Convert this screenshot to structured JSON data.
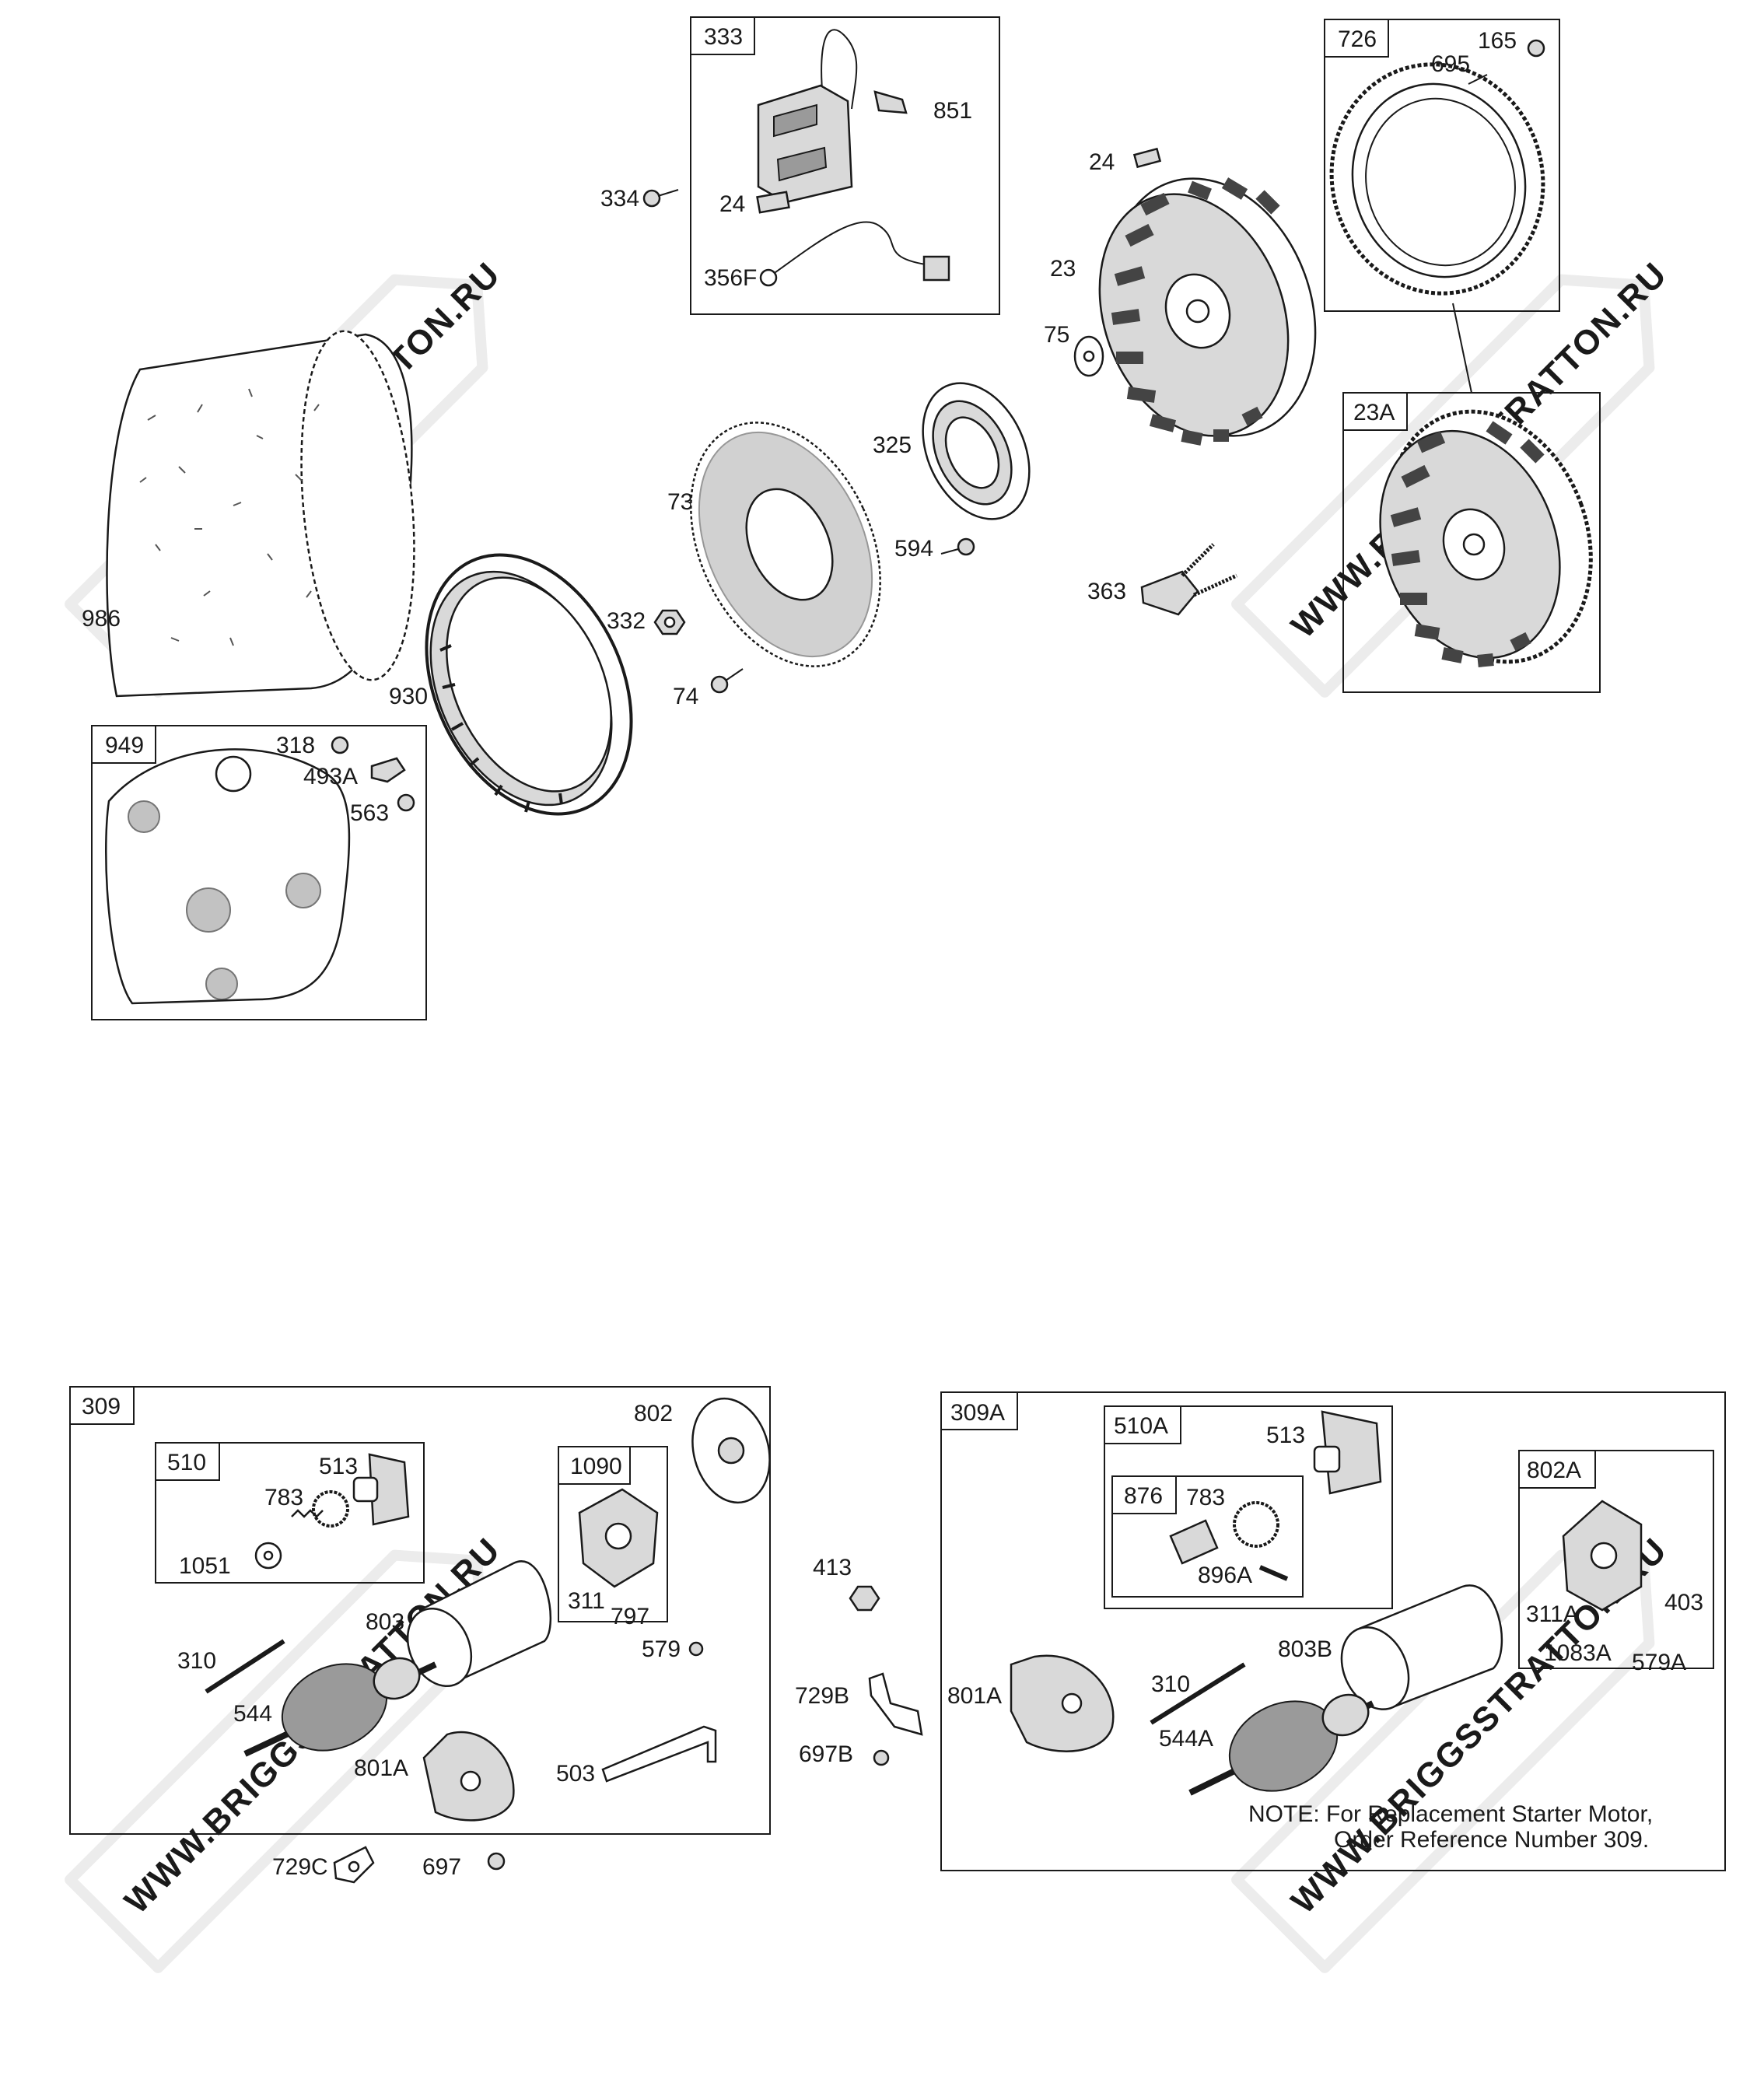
{
  "callouts": {
    "c333": "333",
    "c851": "851",
    "c334": "334",
    "c24a": "24",
    "c356F": "356F",
    "c726": "726",
    "c165": "165",
    "c695": "695",
    "c24b": "24",
    "c23": "23",
    "c75": "75",
    "c23A": "23A",
    "c325": "325",
    "c73": "73",
    "c594": "594",
    "c363": "363",
    "c986": "986",
    "c332": "332",
    "c930": "930",
    "c74": "74",
    "c949": "949",
    "c318": "318",
    "c493A": "493A",
    "c563": "563",
    "c309": "309",
    "c802": "802",
    "c510": "510",
    "c513": "513",
    "c783": "783",
    "c1051": "1051",
    "c1090": "1090",
    "c311": "311",
    "c797": "797",
    "c803": "803",
    "c310": "310",
    "c579": "579",
    "c544": "544",
    "c801A": "801A",
    "c503": "503",
    "c729C": "729C",
    "c697": "697",
    "c413": "413",
    "c729B": "729B",
    "c697B": "697B",
    "c309A": "309A",
    "c510A": "510A",
    "c513b": "513",
    "c876": "876",
    "c783b": "783",
    "c896A": "896A",
    "c802A": "802A",
    "c311A": "311A",
    "c403": "403",
    "c1083A": "1083A",
    "c579A": "579A",
    "c801Ab": "801A",
    "c803B": "803B",
    "c310b": "310",
    "c544A": "544A"
  },
  "note": {
    "line1": "NOTE: For Replacement Starter Motor,",
    "line2": "Order Reference Number 309."
  },
  "watermark": {
    "text": "WWW.BRIGGSSTRATTON.RU"
  }
}
